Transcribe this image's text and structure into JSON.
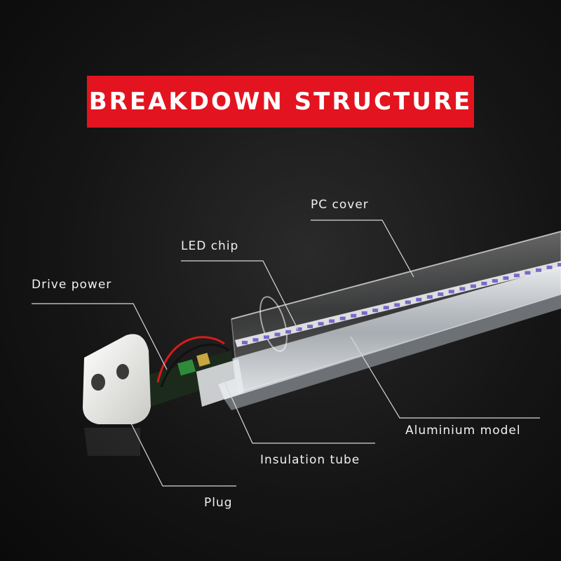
{
  "banner": {
    "title": "BREAKDOWN STRUCTURE"
  },
  "labels": {
    "pc_cover": "PC cover",
    "led_chip": "LED chip",
    "drive_power": "Drive power",
    "aluminium_model": "Aluminium model",
    "insulation_tube": "Insulation tube",
    "plug": "Plug"
  },
  "colors": {
    "banner": "#e3141f",
    "background": "#151515",
    "led": "#7a68c8",
    "callout_line": "#d8d8d8"
  }
}
